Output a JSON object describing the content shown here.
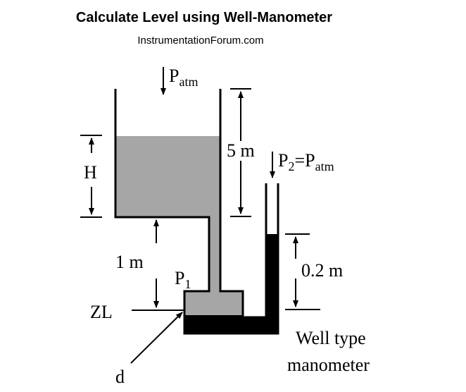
{
  "title": "Calculate Level using Well-Manometer",
  "subtitle": "InstrumentationForum.com",
  "labels": {
    "patm_main": "P",
    "patm_sub": "atm",
    "p2_main": "P",
    "p2_sub2": "2",
    "p2_eq": "=P",
    "p2_sub": "atm",
    "h": "H",
    "five_m": "5 m",
    "one_m": "1 m",
    "p1_main": "P",
    "p1_sub": "1",
    "zl": "ZL",
    "zero_two_m": "0.2 m",
    "d": "d",
    "well_line1": "Well type",
    "well_line2": "manometer"
  },
  "colors": {
    "liquid": "#a6a6a6",
    "manometer_fluid": "#000000",
    "line": "#000000"
  }
}
